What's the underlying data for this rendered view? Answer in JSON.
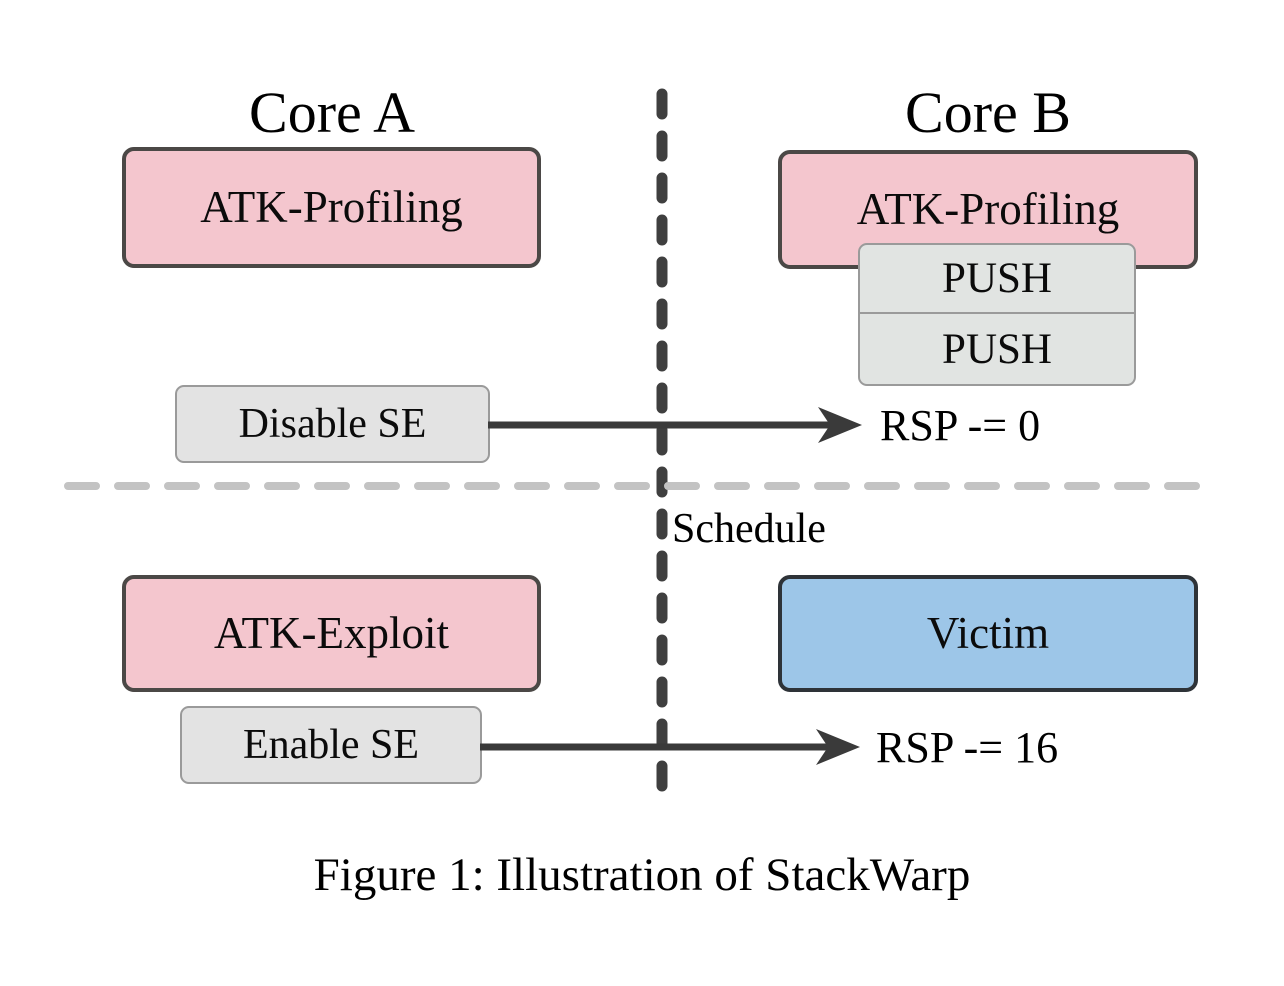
{
  "figure": {
    "caption": "Figure 1: Illustration of StackWarp",
    "background_color": "#ffffff"
  },
  "colors": {
    "attacker_fill": "#f4c6ce",
    "attacker_border": "#4b4846",
    "victim_fill": "#9dc6e8",
    "victim_border": "#2e3338",
    "op_fill": "#e3e3e3",
    "op_border": "#9a9a9a",
    "push_fill": "#e1e4e2",
    "arrow": "#3a3a3a",
    "vertical_divider": "#3f3f3f",
    "horizontal_divider": "#c3c3c3",
    "text": "#000000"
  },
  "columns": {
    "left": {
      "title": "Core A"
    },
    "right": {
      "title": "Core B"
    }
  },
  "phases": {
    "profiling": {
      "left": {
        "process_box": "ATK-Profiling",
        "op_box": "Disable SE"
      },
      "right": {
        "process_box": "ATK-Profiling",
        "stack_ops": [
          "PUSH",
          "PUSH"
        ],
        "result_label": "RSP -= 0"
      }
    },
    "exploit": {
      "left": {
        "process_box": "ATK-Exploit",
        "op_box": "Enable SE"
      },
      "right": {
        "process_box": "Victim",
        "result_label": "RSP -= 16"
      }
    }
  },
  "separator": {
    "schedule_label": "Schedule"
  }
}
